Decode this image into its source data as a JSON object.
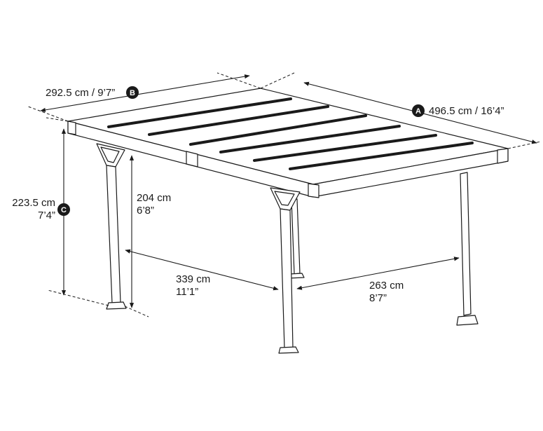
{
  "dimensions": {
    "A": {
      "badge": "A",
      "text": "496.5 cm / 16’4”"
    },
    "B": {
      "badge": "B",
      "text": "292.5 cm / 9’7”"
    },
    "C": {
      "badge": "C",
      "text_line1": "223.5 cm",
      "text_line2": "7’4”"
    },
    "clearance_height": {
      "line1": "204 cm",
      "line2": "6’8”"
    },
    "post_span_depth": {
      "line1": "339 cm",
      "line2": "11’1”"
    },
    "post_span_width": {
      "line1": "263 cm",
      "line2": "8’7”"
    }
  },
  "colors": {
    "ink": "#1a1a1a",
    "background": "#ffffff"
  }
}
